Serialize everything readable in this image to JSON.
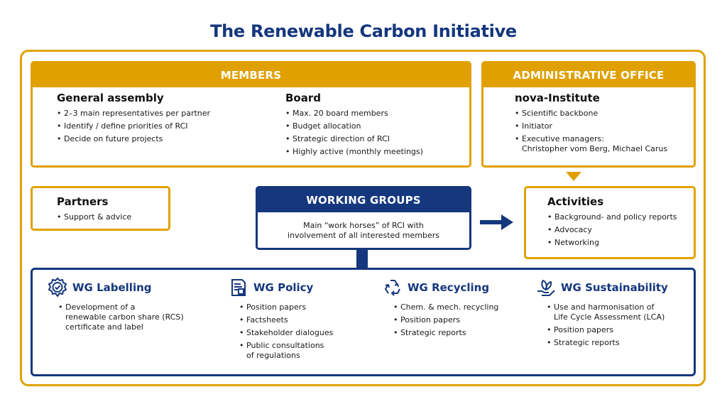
{
  "title": "The Renewable Carbon Initiative",
  "members": {
    "header": "MEMBERS",
    "general_assembly": {
      "title": "General assembly",
      "items": [
        "2–3 main representatives per partner",
        "Identify / define priorities of RCI",
        "Decide on future projects"
      ]
    },
    "board": {
      "title": "Board",
      "items": [
        "Max. 20 board members",
        "Budget allocation",
        "Strategic direction of RCI",
        "Highly active (monthly meetings)"
      ]
    }
  },
  "admin_office": {
    "header": "ADMINISTRATIVE OFFICE",
    "title": "nova-Institute",
    "items": [
      "Scientific backbone",
      "Initiator",
      "Executive managers:"
    ],
    "managers": "Christopher vom Berg, Michael Carus"
  },
  "partners": {
    "title": "Partners",
    "items": [
      "Support & advice"
    ]
  },
  "working_groups": {
    "header": "WORKING GROUPS",
    "line1": "Main “work horses” of RCI with",
    "line2": "involvement of all interested members"
  },
  "activities": {
    "title": "Activities",
    "items": [
      "Background- and policy reports",
      "Advocacy",
      "Networking"
    ]
  },
  "wgs": [
    {
      "title": "WG Labelling",
      "icon": "badge-check-icon",
      "items": [
        "Development of a\nrenewable carbon share (RCS)\ncertificate and label"
      ]
    },
    {
      "title": "WG Policy",
      "icon": "document-icon",
      "items": [
        "Position papers",
        "Factsheets",
        "Stakeholder dialogues",
        "Public consultations\nof regulations"
      ]
    },
    {
      "title": "WG Recycling",
      "icon": "recycle-icon",
      "items": [
        "Chem. & mech. recycling",
        "Position papers",
        "Strategic reports"
      ]
    },
    {
      "title": "WG Sustainability",
      "icon": "leaf-hand-icon",
      "items": [
        "Use and harmonisation of\nLife Cycle Assessment (LCA)",
        "Position papers",
        "Strategic reports"
      ]
    }
  ],
  "colors": {
    "gold": "#e0a100",
    "navy": "#14377d"
  }
}
